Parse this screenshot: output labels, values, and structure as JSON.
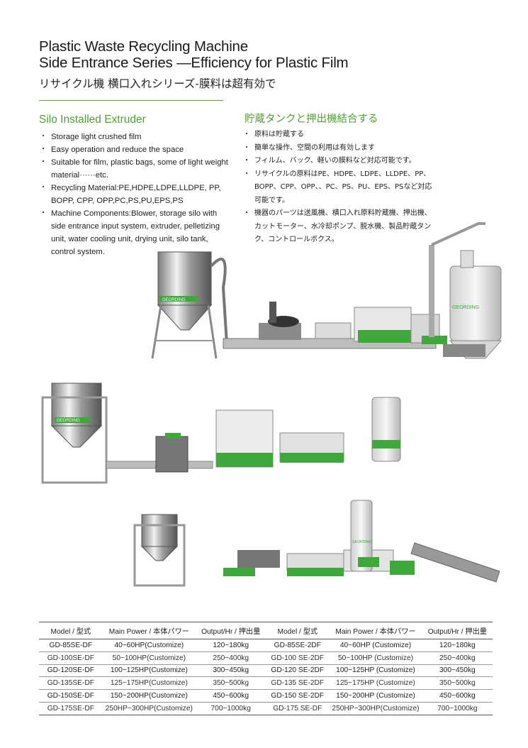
{
  "header": {
    "title_line1": "Plastic Waste Recycling Machine",
    "title_line2": "Side Entrance Series —Efficiency for Plastic Film",
    "title_jp": "リサイクル機  横口入れシリーズ-膜料は超有効で"
  },
  "section_en": {
    "heading": "Silo Installed Extruder",
    "items": [
      "Storage light crushed film",
      "Easy operation and reduce the space",
      "Suitable for film, plastic bags, some of light weight material······etc.",
      "Recycling Material:PE,HDPE,LDPE,LLDPE, PP, BOPP, CPP, OPP,PC,PS,PU,EPS,PS",
      "Machine Components:Blower, storage silo with side entrance input system, extruder, pelletizing unit, water cooling unit, drying unit, silo tank, control system."
    ]
  },
  "section_jp": {
    "heading": "貯蔵タンクと押出機結合する",
    "items": [
      "原料は貯蔵する",
      "簡単な操作、空間の利用は有効します",
      "フィルム、バック、軽いの膜料など対応可能です。",
      "リサイクルの原料はPE、HDPE、LDPE、LLDPE、PP、BOPP、CPP、OPP、、PC、PS、PU、EPS、PSなど対応可能です。",
      "機器のパーツは送風機、横口入れ原料貯蔵機、押出機、カットモーター、水冷却ポンプ、脱水機、製品貯蔵タンク、コントロールボクス。"
    ]
  },
  "brand": {
    "logo_text": "GEORDING",
    "accent": "#4ea22f",
    "machine_green": "#3fa83a"
  },
  "spec_table": {
    "headers": [
      "Model / 型式",
      "Main Power / 本体パワー",
      "Output/Hr / 押出量",
      "Model / 型式",
      "Main Power / 本体パワー",
      "Output/Hr / 押出量"
    ],
    "rows": [
      [
        "GD-85SE-DF",
        "40~60HP(Customize)",
        "120~180kg",
        "GD-85SE-2DF",
        "40~60HP (Customize)",
        "120~180kg"
      ],
      [
        "GD-100SE-DF",
        "50~100HP(Customize)",
        "250~400kg",
        "GD-100 SE-2DF",
        "50~100HP  (Customize)",
        "250~400kg"
      ],
      [
        "GD-120SE-DF",
        "100~125HP(Customize)",
        "300~450kg",
        "GD-120 SE-2DF",
        "100~125HP (Customize)",
        "300~450kg"
      ],
      [
        "GD-135SE-DF",
        "125~175HP(Customize)",
        "350~500kg",
        "GD-135 SE-2DF",
        "125~175HP (Customize)",
        "350~500kg"
      ],
      [
        "GD-150SE-DF",
        "150~200HP(Customize)",
        "450~600kg",
        "GD-150 SE-2DF",
        "150~200HP (Customize)",
        "450~600kg"
      ],
      [
        "GD-175SE-DF",
        "250HP~300HP(Customize)",
        "700~1000kg",
        "GD-175 SE-DF",
        "250HP~300HP(Customize)",
        "700~1000kg"
      ]
    ]
  }
}
